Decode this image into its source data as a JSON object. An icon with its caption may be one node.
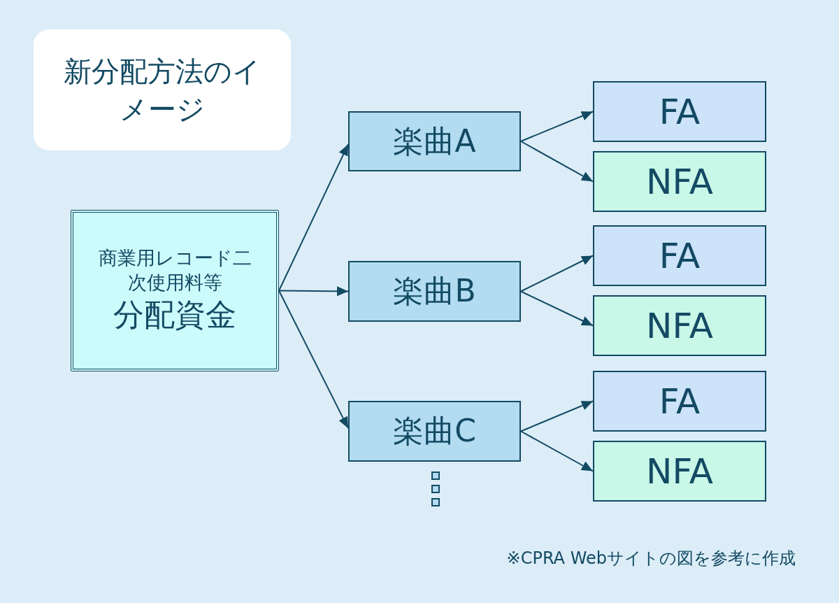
{
  "diagram": {
    "nodes": [
      {
        "text": [
          "新分配方法のイメージ"
        ]
      },
      {
        "text": [
          "商業用レコード二次使用料等",
          "分配資金"
        ]
      },
      {
        "text": [
          "楽曲A"
        ]
      },
      {
        "text": [
          "FA"
        ]
      },
      {
        "text": [
          "NFA"
        ]
      },
      {
        "text": [
          "楽曲B"
        ]
      },
      {
        "text": [
          "FA"
        ]
      },
      {
        "text": [
          "NFA"
        ]
      },
      {
        "text": [
          "楽曲C"
        ]
      },
      {
        "text": [
          "FA"
        ]
      },
      {
        "text": [
          "NFA"
        ]
      }
    ],
    "edges": [
      {
        "from": 1,
        "to": 2,
        "arrow": "to"
      },
      {
        "from": 1,
        "to": 5,
        "arrow": "to"
      },
      {
        "from": 1,
        "to": 8,
        "arrow": "to"
      },
      {
        "from": 2,
        "to": 3,
        "arrow": "to"
      },
      {
        "from": 2,
        "to": 4,
        "arrow": "to"
      },
      {
        "from": 5,
        "to": 6,
        "arrow": "to"
      },
      {
        "from": 5,
        "to": 7,
        "arrow": "to"
      },
      {
        "from": 8,
        "to": 9,
        "arrow": "to"
      },
      {
        "from": 8,
        "to": 10,
        "arrow": "to"
      }
    ],
    "labels": [
      "※CPRA Webサイトの図を参考に作成"
    ]
  }
}
